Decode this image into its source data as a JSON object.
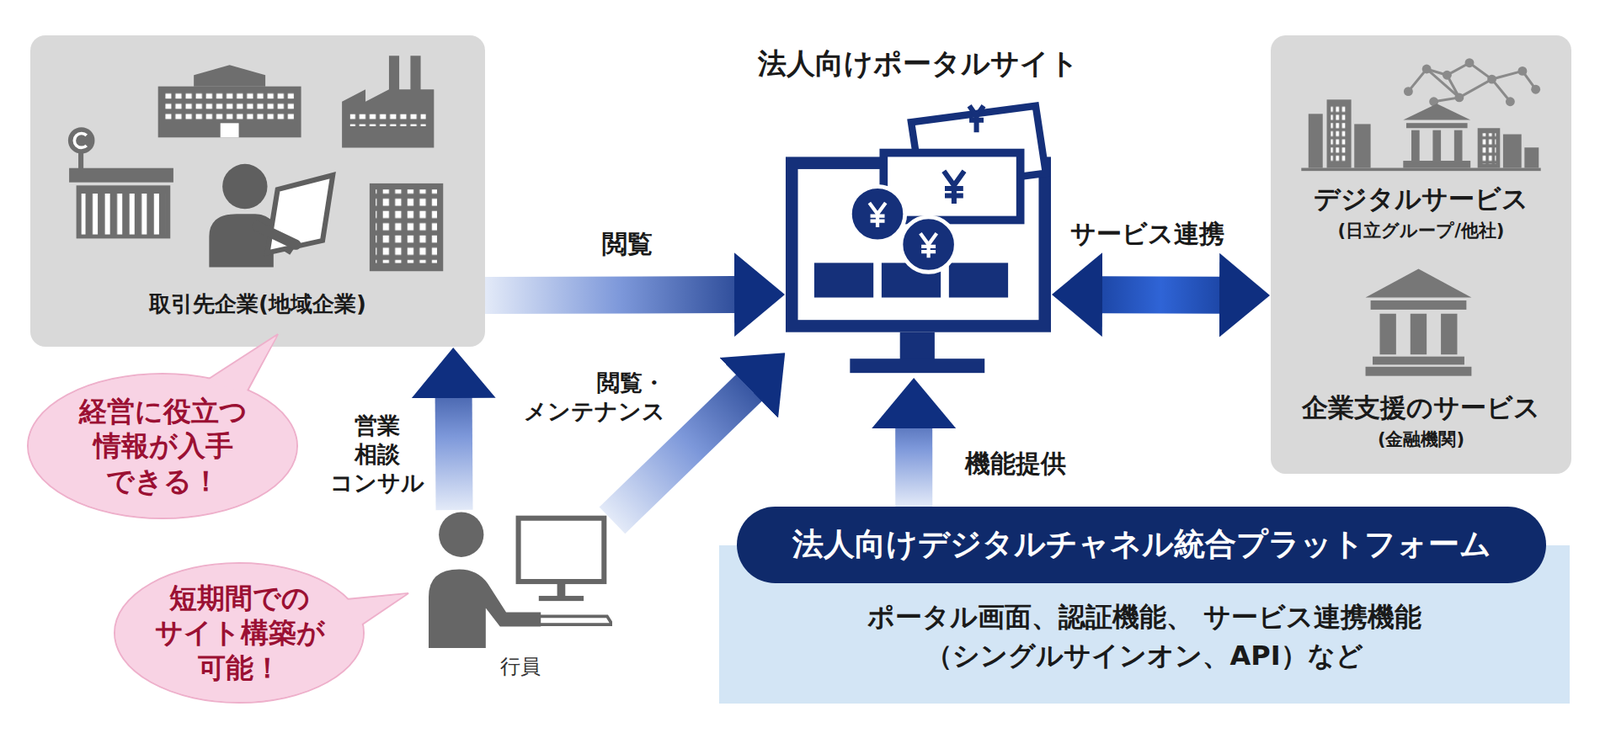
{
  "diagram": {
    "nodes": [
      {
        "text": [
          "取引先企業(地域企業)"
        ]
      },
      {
        "text": [
          "法人向けポータルサイト"
        ]
      },
      {
        "text": [
          "デジタルサービス",
          "(日立グループ/他社)",
          "企業支援のサービス",
          "(金融機関)"
        ]
      },
      {
        "text": [
          "経営に役立つ 情報が入手 できる！"
        ]
      },
      {
        "text": [
          "行員"
        ]
      },
      {
        "text": [
          "短期間での サイト構築が 可能！"
        ]
      },
      {
        "text": [
          "法人向けデジタルチャネル統合プラットフォーム",
          "ポータル画面、認証機能、 サービス連携機能（シングルサインオン、API）など"
        ]
      }
    ],
    "edges": [
      {
        "from": 0,
        "to": 1,
        "label": "閲覧",
        "arrow": "to"
      },
      {
        "from": 1,
        "to": 2,
        "label": "サービス連携",
        "arrow": "both"
      },
      {
        "from": 4,
        "to": 0,
        "label": "営業 相談 コンサル",
        "arrow": "to"
      },
      {
        "from": 4,
        "to": 1,
        "label": "閲覧・ メンテナンス",
        "arrow": "to"
      },
      {
        "from": 6,
        "to": 1,
        "label": "機能提供",
        "arrow": "to"
      }
    ]
  }
}
